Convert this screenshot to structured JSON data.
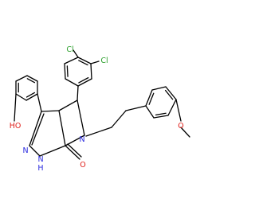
{
  "molecule": {
    "labels": {
      "cl_upper": "Cl",
      "cl_lower": "Cl",
      "hydroxyl": "HO",
      "ring_n": "N",
      "amide_n": "N",
      "nh_n": "N",
      "nh_h": "H",
      "carbonyl_o": "O",
      "methoxy_o": "O"
    },
    "colors": {
      "bond": "#000000",
      "chlorine": "#2ca02c",
      "oxygen": "#e0201b",
      "nitrogen": "#2a2adf",
      "carbon": "#000000"
    }
  }
}
